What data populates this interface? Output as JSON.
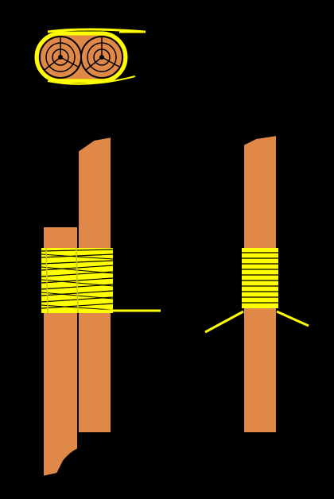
{
  "diagram": {
    "description_visible_text": "",
    "colors": {
      "background": "#000000",
      "wood": "#e08848",
      "wood_dark": "#c86a2a",
      "twine": "#ffff00",
      "twine_shadow": "#c8c800",
      "outline": "#000000"
    },
    "figures": [
      {
        "id": "top-cross-section",
        "kind": "cross-section of two rods lashed together"
      },
      {
        "id": "left-splice",
        "kind": "two rods overlapped and bound with twine, tail end extending right"
      },
      {
        "id": "right-whipping",
        "kind": "single rod whipped with twine, both ends extending diagonally"
      }
    ]
  }
}
